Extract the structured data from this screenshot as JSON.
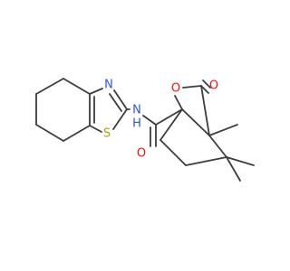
{
  "molecule": {
    "colors": {
      "bond": "#3c3c3c",
      "N": "#3050F8",
      "O": "#FF0D0D",
      "S": "#B8A000",
      "background": "#ffffff"
    },
    "labels": {
      "N_ring": "N",
      "NH": "N",
      "H": "H",
      "S": "S",
      "O_ring": "O",
      "O_carbonyl": "O",
      "O_amide": "O"
    }
  }
}
